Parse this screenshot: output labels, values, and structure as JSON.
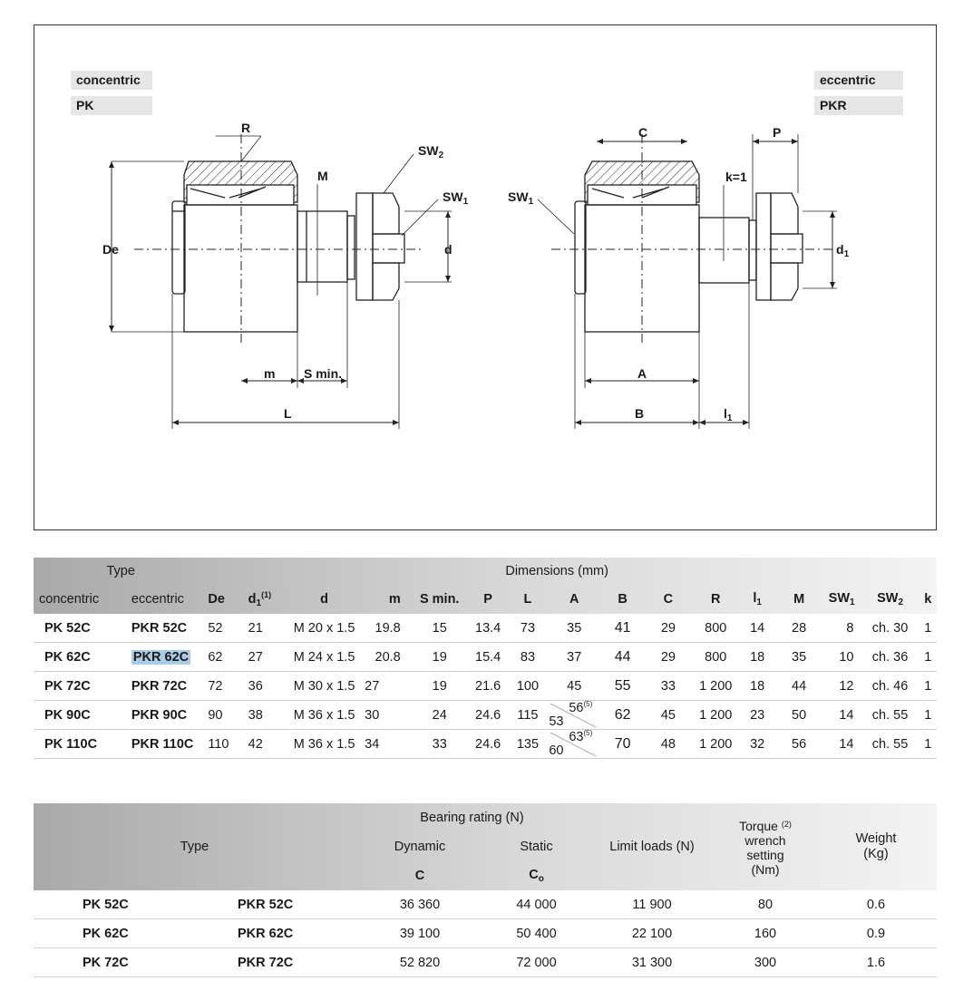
{
  "drawing": {
    "left_tag_1": "concentric",
    "left_tag_2": "PK",
    "right_tag_1": "eccentric",
    "right_tag_2": "PKR",
    "labels": {
      "R": "R",
      "M": "M",
      "SW2": "SW",
      "SW2_sub": "2",
      "SW1": "SW",
      "SW1_sub": "1",
      "De": "De",
      "d": "d",
      "m": "m",
      "Smin": "S min.",
      "L": "L",
      "C": "C",
      "P": "P",
      "k1": "k=1",
      "SW1r": "SW",
      "SW1r_sub": "1",
      "d1": "d",
      "d1_sub": "1",
      "A": "A",
      "B": "B",
      "l1": "l",
      "l1_sub": "1"
    }
  },
  "dimensions_table": {
    "group_type": "Type",
    "group_dims": "Dimensions  (mm)",
    "columns": {
      "concentric": "concentric",
      "eccentric": "eccentric",
      "De": "De",
      "d1": "d",
      "d1_sub": "1",
      "d1_note": "(1)",
      "d": "d",
      "m": "m",
      "Smin": "S min.",
      "P": "P",
      "L": "L",
      "A": "A",
      "B": "B",
      "C": "C",
      "R": "R",
      "l1": "l",
      "l1_sub": "1",
      "M": "M",
      "SW1": "SW",
      "SW1_sub": "1",
      "SW2": "SW",
      "SW2_sub": "2",
      "k": "k"
    },
    "rows": [
      {
        "pk": "PK  52C",
        "pkr": "PKR  52C",
        "De": "52",
        "d1": "21",
        "d": "M 20 x 1.5",
        "m": "19.8",
        "S": "15",
        "P": "13.4",
        "L": "73",
        "A": "35",
        "B": "41",
        "C": "29",
        "R": "800",
        "l1": "14",
        "M": "28",
        "SW1": "8",
        "SW2": "ch. 30",
        "k": "1"
      },
      {
        "pk": "PK  62C",
        "pkr": "PKR  62C",
        "De": "62",
        "d1": "27",
        "d": "M 24 x 1.5",
        "m": "20.8",
        "S": "19",
        "P": "15.4",
        "L": "83",
        "A": "37",
        "B": "44",
        "C": "29",
        "R": "800",
        "l1": "18",
        "M": "35",
        "SW1": "10",
        "SW2": "ch. 36",
        "k": "1"
      },
      {
        "pk": "PK  72C",
        "pkr": "PKR  72C",
        "De": "72",
        "d1": "36",
        "d": "M 30 x 1.5",
        "m": "27",
        "S": "19",
        "P": "21.6",
        "L": "100",
        "A": "45",
        "B": "55",
        "C": "33",
        "R": "1 200",
        "l1": "18",
        "M": "44",
        "SW1": "12",
        "SW2": "ch. 46",
        "k": "1"
      },
      {
        "pk": "PK  90C",
        "pkr": "PKR  90C",
        "De": "90",
        "d1": "38",
        "d": "M 36 x 1.5",
        "m": "30",
        "S": "24",
        "P": "24.6",
        "L": "115",
        "A_lo": "53",
        "A_hi": "56",
        "A_note": "(5)",
        "B": "62",
        "C": "45",
        "R": "1 200",
        "l1": "23",
        "M": "50",
        "SW1": "14",
        "SW2": "ch. 55",
        "k": "1"
      },
      {
        "pk": "PK 110C",
        "pkr": "PKR 110C",
        "De": "110",
        "d1": "42",
        "d": "M 36 x 1.5",
        "m": "34",
        "S": "33",
        "P": "24.6",
        "L": "135",
        "A_lo": "60",
        "A_hi": "63",
        "A_note": "(5)",
        "B": "70",
        "C": "48",
        "R": "1 200",
        "l1": "32",
        "M": "56",
        "SW1": "14",
        "SW2": "ch. 55",
        "k": "1"
      }
    ]
  },
  "rating_table": {
    "type": "Type",
    "bearing_rating": "Bearing rating (N)",
    "dynamic": "Dynamic",
    "static": "Static",
    "C": "C",
    "Co": "C",
    "Co_sub": "o",
    "limit_loads": "Limit loads (N)",
    "torque_1": "Torque",
    "torque_note": "(2)",
    "torque_2": "wrench",
    "torque_3": "setting",
    "torque_4": "(Nm)",
    "weight_1": "Weight",
    "weight_2": "(Kg)",
    "rows": [
      {
        "pk": "PK  52C",
        "pkr": "PKR  52C",
        "dynamic": "36 360",
        "static": "44 000",
        "limit": "11 900",
        "torque": "80",
        "weight": "0.6"
      },
      {
        "pk": "PK  62C",
        "pkr": "PKR  62C",
        "dynamic": "39 100",
        "static": "50 400",
        "limit": "22 100",
        "torque": "160",
        "weight": "0.9"
      },
      {
        "pk": "PK  72C",
        "pkr": "PKR  72C",
        "dynamic": "52 820",
        "static": "72 000",
        "limit": "31 300",
        "torque": "300",
        "weight": "1.6"
      }
    ]
  }
}
